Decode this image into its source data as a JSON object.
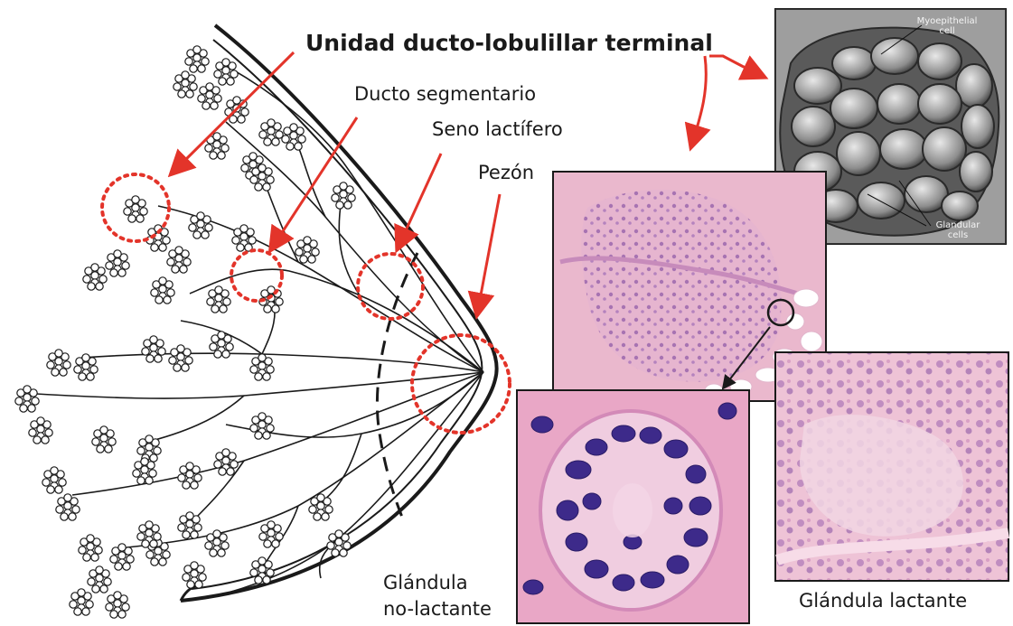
{
  "labels": {
    "title": "Unidad ducto-lobulillar terminal",
    "segmental_duct": "Ducto segmentario",
    "lactiferous_sinus": "Seno lactífero",
    "nipple": "Pezón",
    "non_lactating_line1": "Glándula",
    "non_lactating_line2": "no-lactante",
    "lactating": "Glándula lactante",
    "sem_myoepithelial_line1": "Myoepithelial",
    "sem_myoepithelial_line2": "cell",
    "sem_glandular_line1": "Glandular",
    "sem_glandular_line2": "cells"
  },
  "colors": {
    "arrow_red": "#e3342a",
    "histo_pink": "#e9a9c6",
    "histo_purple": "#7c4c9e",
    "sem_gray": "#8a8a8a",
    "line_black": "#1a1a1a"
  },
  "icons": {
    "breast_lobe": "lobule-cluster-icon",
    "highlight": "dotted-circle-icon",
    "pointer": "red-arrow-icon"
  }
}
